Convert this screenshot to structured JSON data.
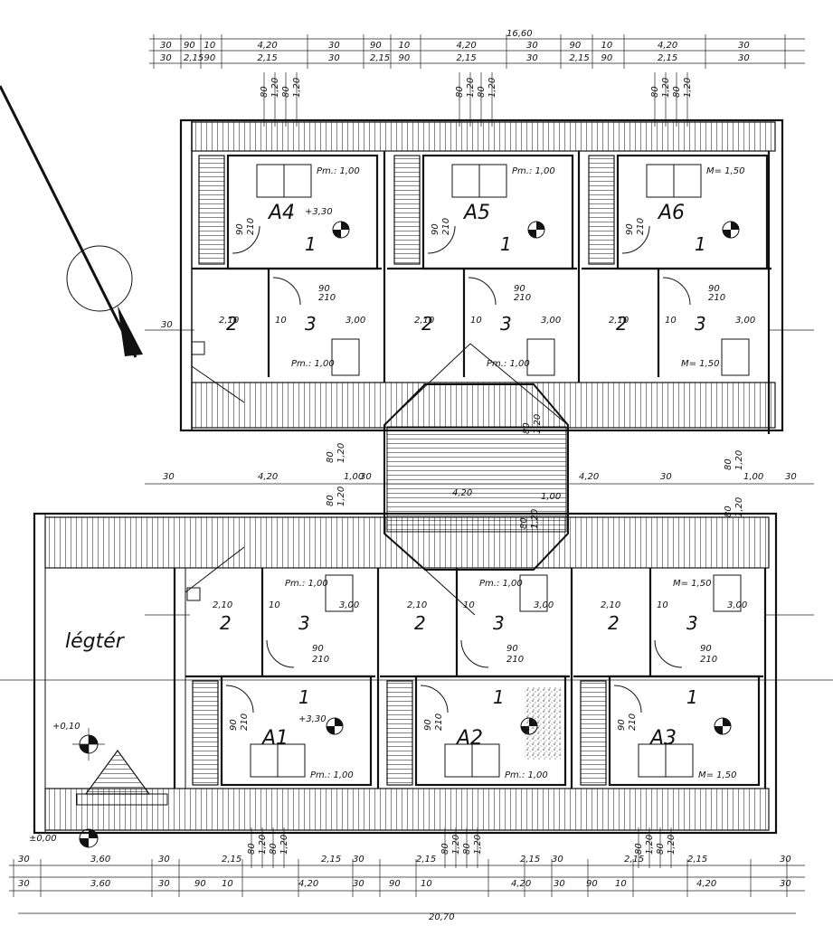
{
  "plan": {
    "top_dims": {
      "total": "16,60",
      "row1": [
        "30",
        "90",
        "10",
        "4,20",
        "30",
        "90",
        "10",
        "4,20",
        "30",
        "90",
        "10",
        "4,20",
        "30"
      ],
      "row2": [
        "30",
        "2,15",
        "90",
        "2,15",
        "30",
        "2,15",
        "90",
        "2,15",
        "30",
        "2,15",
        "90",
        "2,15",
        "30"
      ],
      "col_marks": [
        "80",
        "1,20",
        "80",
        "1,20"
      ]
    },
    "bottom_dims": {
      "total": "20,70",
      "row1": [
        "30",
        "3,60",
        "30",
        "2,15",
        "2,15",
        "30",
        "2,15",
        "2,15",
        "30",
        "2,15",
        "2,15",
        "30"
      ],
      "row2": [
        "30",
        "3,60",
        "30",
        "90",
        "10",
        "4,20",
        "30",
        "90",
        "10",
        "4,20",
        "30",
        "90",
        "10",
        "4,20",
        "30"
      ],
      "col_marks": [
        "80",
        "1,20",
        "80",
        "1,20"
      ]
    },
    "side_dims": {
      "left_30": "30",
      "mid_row": [
        "30",
        "4,20",
        "1,00",
        "30",
        "4,20",
        "30",
        "4,20",
        "1,00",
        "30"
      ],
      "vert_marks": [
        "80",
        "1,20",
        "80",
        "1,20"
      ],
      "stair_width": "4,20",
      "stair_gap": "1,00"
    },
    "upper_units": [
      {
        "label": "A4",
        "elev": "+3,30",
        "room1": "1",
        "room2": "2",
        "room3": "3",
        "pm_top": "Pm.: 1,00",
        "pm_bottom": "Pm.: 1,00",
        "door": "90",
        "door_h": "210",
        "w1": "2,10",
        "w2": "10",
        "w3": "3,00"
      },
      {
        "label": "A5",
        "elev": "",
        "room1": "1",
        "room2": "2",
        "room3": "3",
        "pm_top": "Pm.: 1,00",
        "pm_bottom": "Pm.: 1,00",
        "door": "90",
        "door_h": "210",
        "w1": "2,10",
        "w2": "10",
        "w3": "3,00"
      },
      {
        "label": "A6",
        "elev": "",
        "room1": "1",
        "room2": "2",
        "room3": "3",
        "pm_top": "M= 1,50",
        "pm_bottom": "M= 1,50",
        "door": "90",
        "door_h": "210",
        "w1": "2,10",
        "w2": "10",
        "w3": "3,00"
      }
    ],
    "lower_units": [
      {
        "label": "A1",
        "elev": "+3,30",
        "room1": "1",
        "room2": "2",
        "room3": "3",
        "pm_top": "Pm.: 1,00",
        "pm_bottom": "Pm.: 1,00",
        "door": "90",
        "door_h": "210",
        "w1": "2,10",
        "w2": "10",
        "w3": "3,00"
      },
      {
        "label": "A2",
        "elev": "",
        "room1": "1",
        "room2": "2",
        "room3": "3",
        "pm_top": "Pm.: 1,00",
        "pm_bottom": "Pm.: 1,00",
        "door": "90",
        "door_h": "210",
        "w1": "2,10",
        "w2": "10",
        "w3": "3,00"
      },
      {
        "label": "A3",
        "elev": "",
        "room1": "1",
        "room2": "2",
        "room3": "3",
        "pm_top": "M= 1,50",
        "pm_bottom": "M= 1,50",
        "door": "90",
        "door_h": "210",
        "w1": "2,10",
        "w2": "10",
        "w3": "3,00"
      }
    ],
    "legter": "légtér",
    "elev_legter": "+0,10",
    "elev_ground": "±0,00"
  }
}
